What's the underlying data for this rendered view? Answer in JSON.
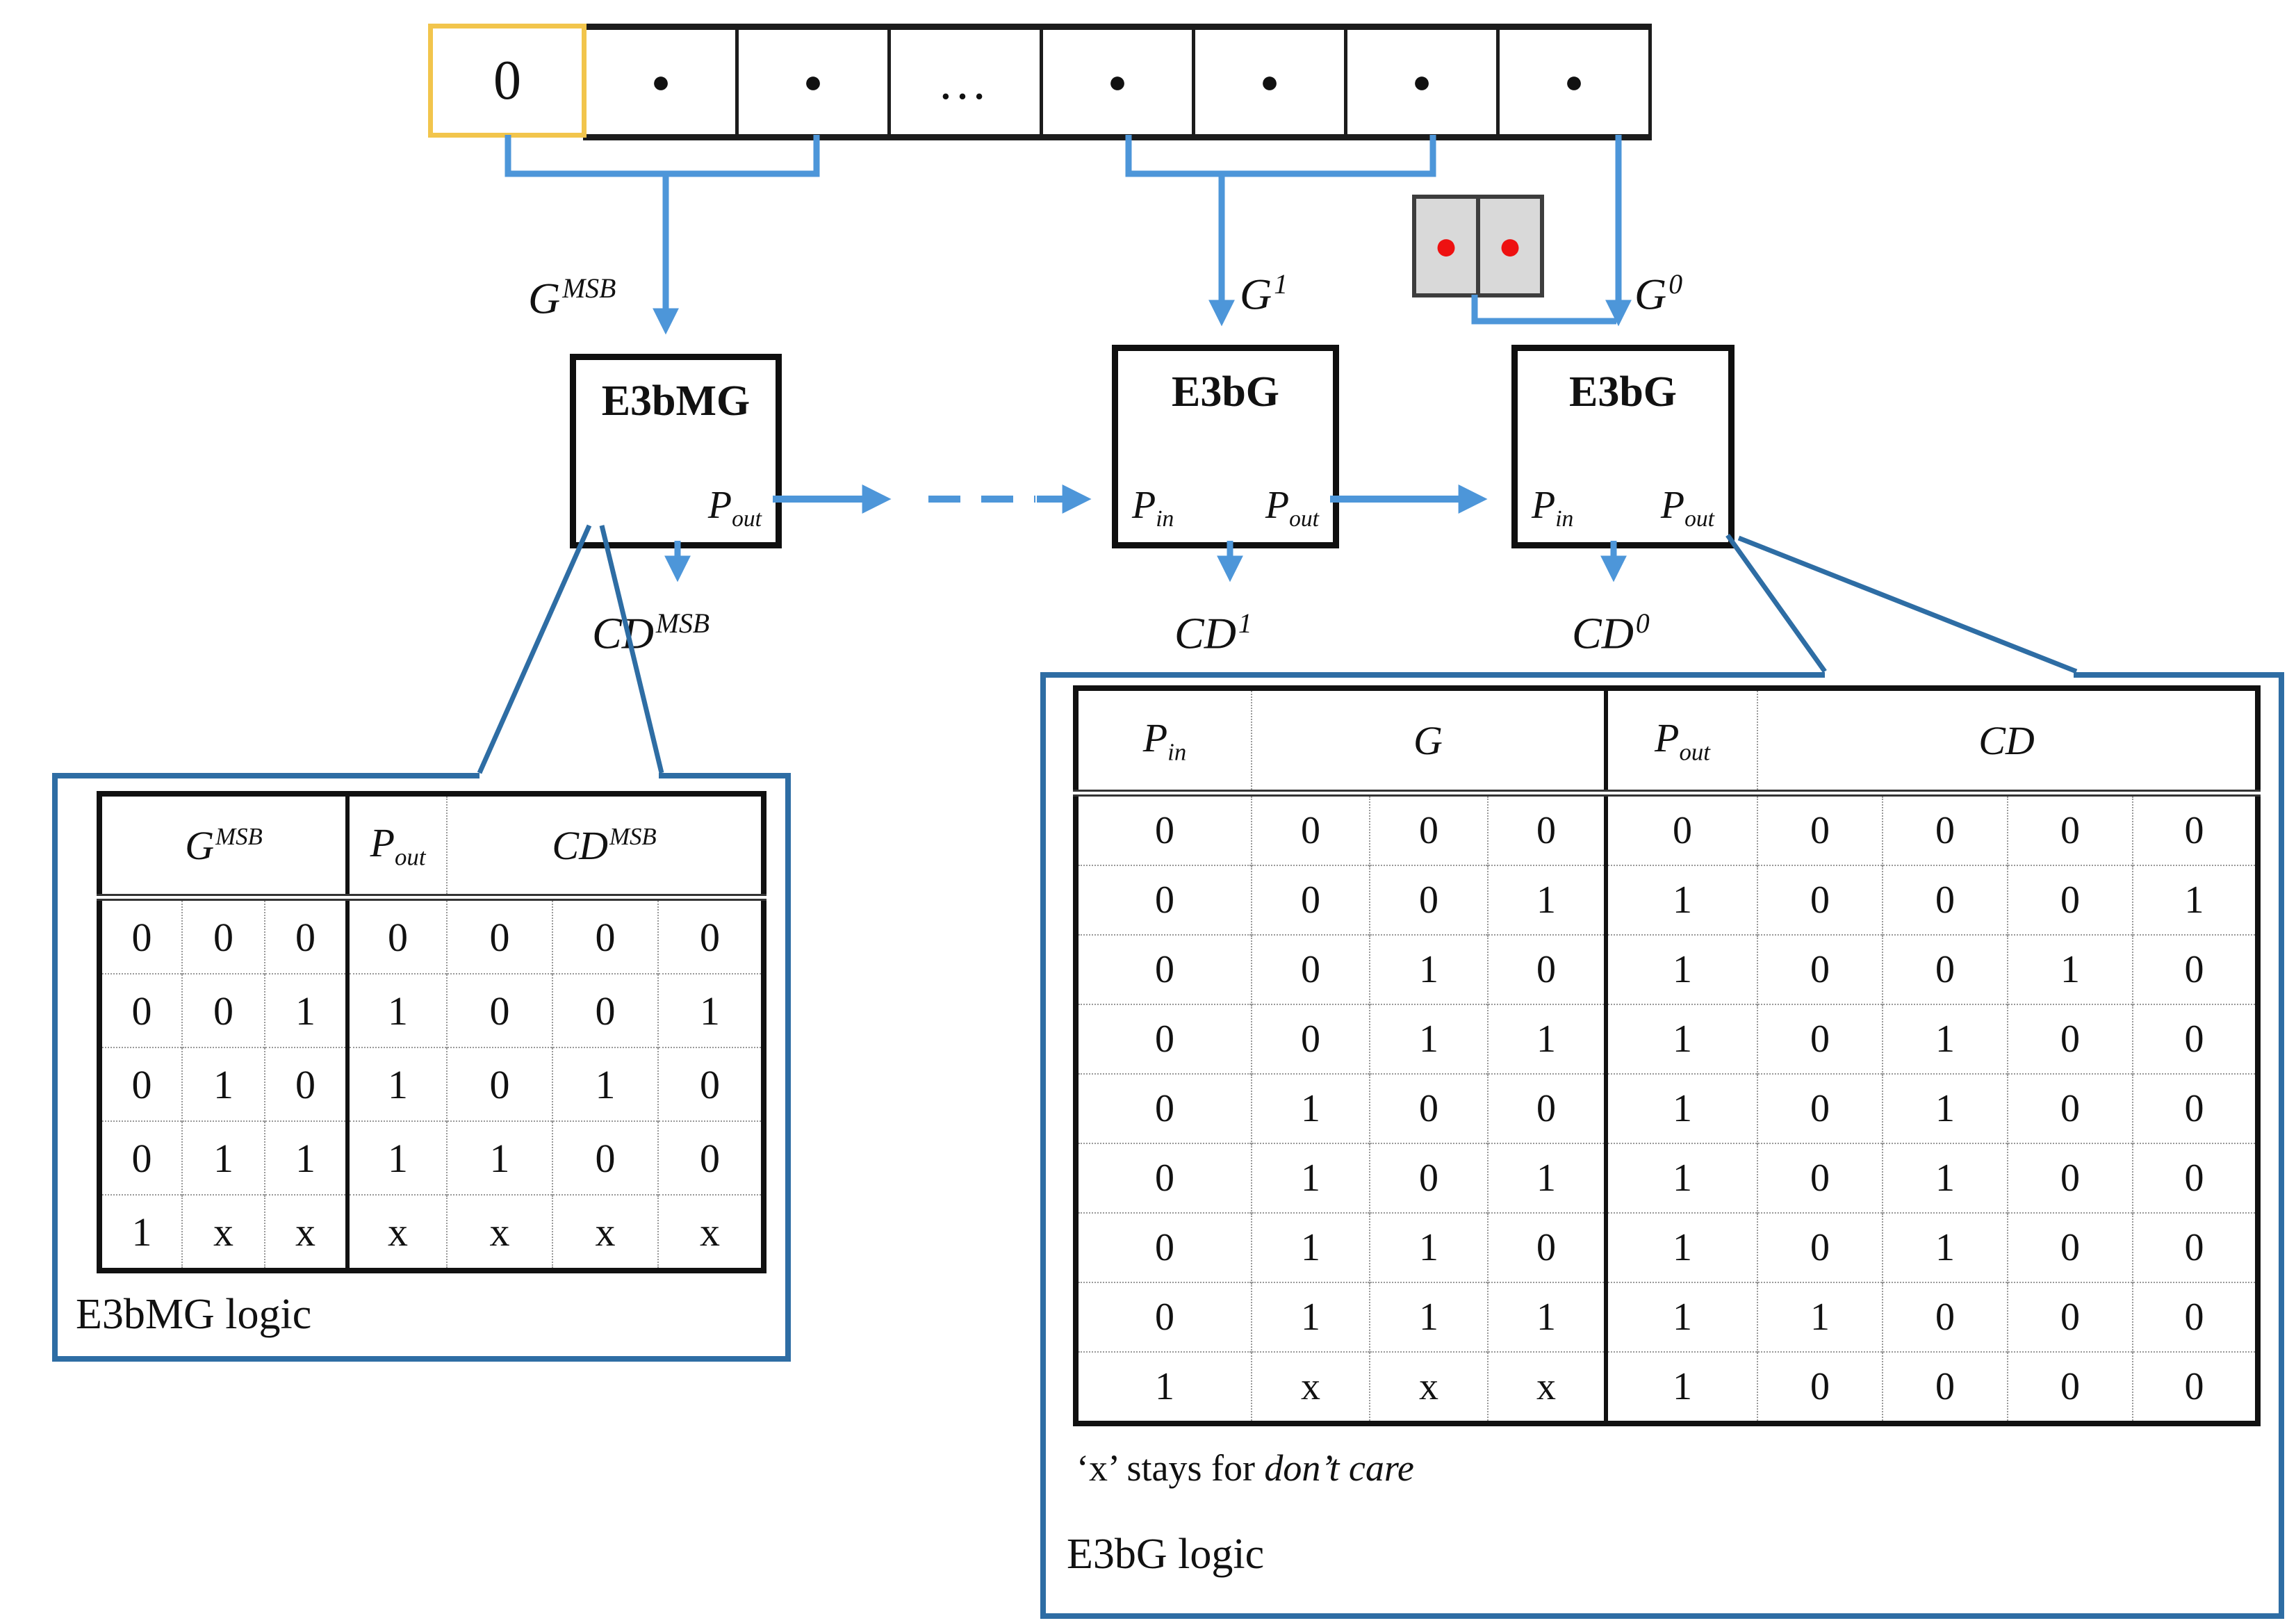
{
  "register": {
    "cells": [
      "0",
      "●",
      "●",
      "…",
      "●",
      "●",
      "●",
      "●"
    ]
  },
  "carry_box": {
    "cells": [
      "●",
      "●"
    ]
  },
  "blocks": {
    "e3bmg": {
      "title": "E3bMG",
      "pout_base": "P",
      "pout_sub": "out"
    },
    "e3bg1": {
      "title": "E3bG",
      "pin_base": "P",
      "pin_sub": "in",
      "pout_base": "P",
      "pout_sub": "out"
    },
    "e3bg0": {
      "title": "E3bG",
      "pin_base": "P",
      "pin_sub": "in",
      "pout_base": "P",
      "pout_sub": "out"
    }
  },
  "labels": {
    "gmsb": {
      "base": "G",
      "sup": "MSB"
    },
    "g1": {
      "base": "G",
      "sup": "1"
    },
    "g0": {
      "base": "G",
      "sup": "0"
    },
    "cdmsb": {
      "base": "CD",
      "sup": "MSB"
    },
    "cd1": {
      "base": "CD",
      "sup": "1"
    },
    "cd0": {
      "base": "CD",
      "sup": "0"
    }
  },
  "tables": {
    "e3bmg": {
      "caption": "E3bMG logic",
      "header": {
        "g_base": "G",
        "g_sup": "MSB",
        "pout_base": "P",
        "pout_sub": "out",
        "cd_base": "CD",
        "cd_sup": "MSB"
      },
      "rows": [
        [
          "0",
          "0",
          "0",
          "0",
          "0",
          "0",
          "0"
        ],
        [
          "0",
          "0",
          "1",
          "1",
          "0",
          "0",
          "1"
        ],
        [
          "0",
          "1",
          "0",
          "1",
          "0",
          "1",
          "0"
        ],
        [
          "0",
          "1",
          "1",
          "1",
          "1",
          "0",
          "0"
        ],
        [
          "1",
          "x",
          "x",
          "x",
          "x",
          "x",
          "x"
        ]
      ]
    },
    "e3bg": {
      "caption": "E3bG logic",
      "note_prefix": "‘x’ stays for ",
      "note_emphasis": "don’t care",
      "header": {
        "pin_base": "P",
        "pin_sub": "in",
        "g_base": "G",
        "pout_base": "P",
        "pout_sub": "out",
        "cd_base": "CD"
      },
      "rows": [
        [
          "0",
          "0",
          "0",
          "0",
          "0",
          "0",
          "0",
          "0",
          "0"
        ],
        [
          "0",
          "0",
          "0",
          "1",
          "1",
          "0",
          "0",
          "0",
          "1"
        ],
        [
          "0",
          "0",
          "1",
          "0",
          "1",
          "0",
          "0",
          "1",
          "0"
        ],
        [
          "0",
          "0",
          "1",
          "1",
          "1",
          "0",
          "1",
          "0",
          "0"
        ],
        [
          "0",
          "1",
          "0",
          "0",
          "1",
          "0",
          "1",
          "0",
          "0"
        ],
        [
          "0",
          "1",
          "0",
          "1",
          "1",
          "0",
          "1",
          "0",
          "0"
        ],
        [
          "0",
          "1",
          "1",
          "0",
          "1",
          "0",
          "1",
          "0",
          "0"
        ],
        [
          "0",
          "1",
          "1",
          "1",
          "1",
          "1",
          "0",
          "0",
          "0"
        ],
        [
          "1",
          "x",
          "x",
          "x",
          "1",
          "0",
          "0",
          "0",
          "0"
        ]
      ]
    }
  },
  "colors": {
    "accent_blue": "#4D96D9",
    "callout_blue": "#2E6DA4",
    "highlight_yellow": "#F2C54C",
    "dot_red": "#EE1111",
    "box_gray": "#D9D9D9"
  }
}
